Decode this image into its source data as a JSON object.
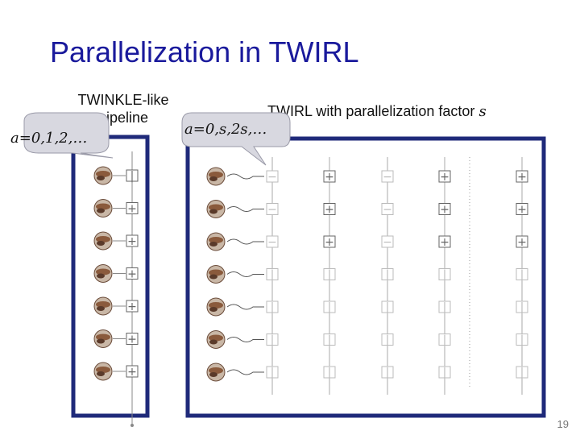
{
  "slide": {
    "title": "Parallelization in TWIRL",
    "left_caption": "TWINKLE-like pipeline",
    "right_caption_text": "TWIRL with parallelization factor ",
    "right_caption_var": "s",
    "left_bubble": "a=0,1,2,…",
    "right_bubble": "a=0,s,2s,…",
    "page_number": "19"
  },
  "colors": {
    "title": "#1a1a9c",
    "panel_border": "#1f2a7a",
    "adder_box": "#666666",
    "faded_box": "#bbbbbb"
  },
  "diagram": {
    "left_pipeline": {
      "rows": 7,
      "adder_symbol": "+",
      "first_row_symbol": "|"
    },
    "right_pipeline": {
      "rows": 7,
      "columns": 5,
      "column_symbols": [
        "−",
        "+",
        "−",
        "+",
        "+"
      ],
      "lower_row_symbol": "|"
    },
    "icon": "animal-card-icon"
  }
}
